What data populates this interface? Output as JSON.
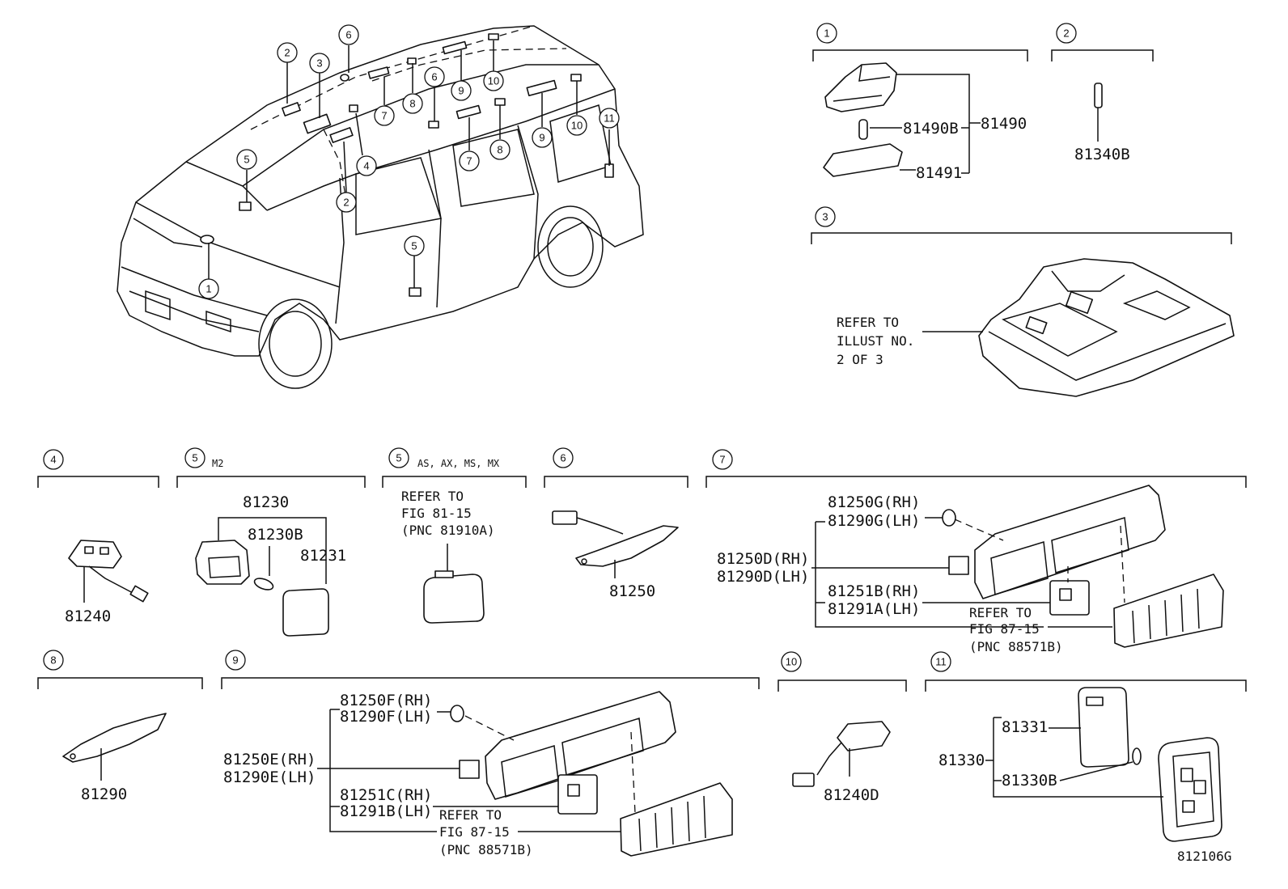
{
  "overview": {
    "callouts": [
      "1",
      "2",
      "2",
      "3",
      "4",
      "5",
      "5",
      "6",
      "6",
      "7",
      "7",
      "8",
      "8",
      "9",
      "9",
      "10",
      "10",
      "11"
    ]
  },
  "sections": {
    "s1": {
      "num": "1",
      "parts": [
        "81490B",
        "81490",
        "81491"
      ]
    },
    "s2": {
      "num": "2",
      "parts": [
        "81340B"
      ]
    },
    "s3": {
      "num": "3",
      "refer": [
        "REFER TO",
        "ILLUST NO.",
        "2 OF 3"
      ]
    },
    "s4": {
      "num": "4",
      "parts": [
        "81240"
      ]
    },
    "s5a": {
      "num": "5",
      "tag": "M2",
      "parts": [
        "81230",
        "81230B",
        "81231"
      ]
    },
    "s5b": {
      "num": "5",
      "tag": "AS, AX, MS, MX",
      "refer": [
        "REFER TO",
        "FIG 81-15",
        "(PNC 81910A)"
      ]
    },
    "s6": {
      "num": "6",
      "parts": [
        "81250"
      ]
    },
    "s7": {
      "num": "7",
      "parts": [
        "81250G(RH)",
        "81290G(LH)",
        "81250D(RH)",
        "81290D(LH)",
        "81251B(RH)",
        "81291A(LH)"
      ],
      "refer": [
        "REFER TO",
        "FIG 87-15",
        "(PNC 88571B)"
      ]
    },
    "s8": {
      "num": "8",
      "parts": [
        "81290"
      ]
    },
    "s9": {
      "num": "9",
      "parts": [
        "81250F(RH)",
        "81290F(LH)",
        "81250E(RH)",
        "81290E(LH)",
        "81251C(RH)",
        "81291B(LH)"
      ],
      "refer": [
        "REFER TO",
        "FIG 87-15",
        "(PNC 88571B)"
      ]
    },
    "s10": {
      "num": "10",
      "parts": [
        "81240D"
      ]
    },
    "s11": {
      "num": "11",
      "parts": [
        "81331",
        "81330",
        "81330B"
      ]
    }
  },
  "figure_id": "812106G"
}
